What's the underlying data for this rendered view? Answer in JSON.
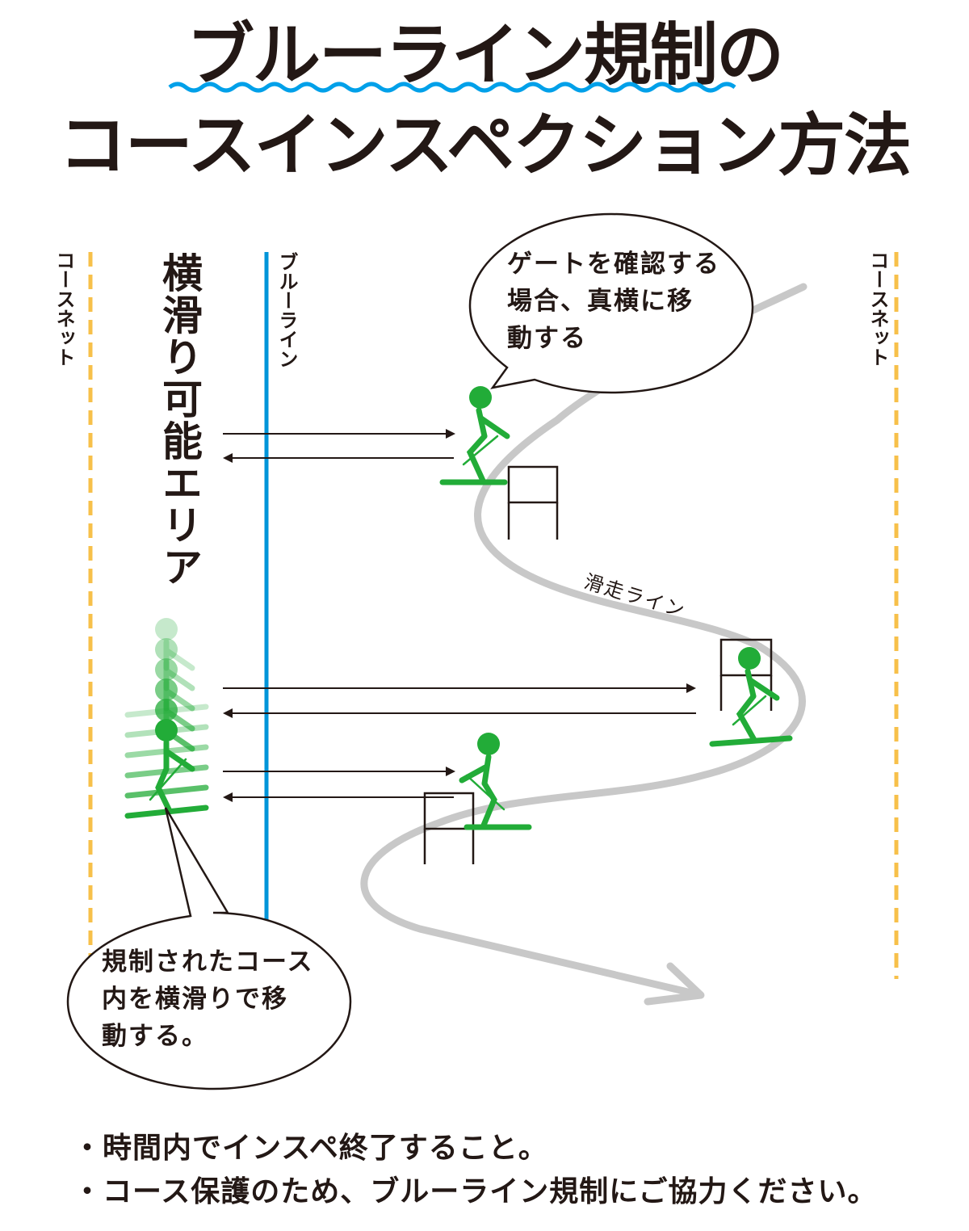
{
  "title": {
    "line1": "ブルーライン規制の",
    "line2": "コースインスペクション方法"
  },
  "labels": {
    "course_net_left": "コースネット",
    "course_net_right": "コースネット",
    "blue_line": "ブルーライン",
    "sideslip_area": "横滑り可能エリア",
    "run_line": "滑走ライン"
  },
  "bubbles": {
    "gate_check": "ゲートを確認する\n場合、真横に移\n動する",
    "sideslip": "規制されたコース\n内を横滑りで移\n動する。"
  },
  "notes": [
    "・時間内でインスペ終了すること。",
    "・コース保護のため、ブルーライン規制にご協力ください。"
  ],
  "colors": {
    "title_underline": "#00a0e9",
    "blue_line": "#0095d9",
    "course_net": "#f7c04a",
    "skier": "#22ac38",
    "run_line": "#c8c8c8",
    "text": "#231815"
  }
}
